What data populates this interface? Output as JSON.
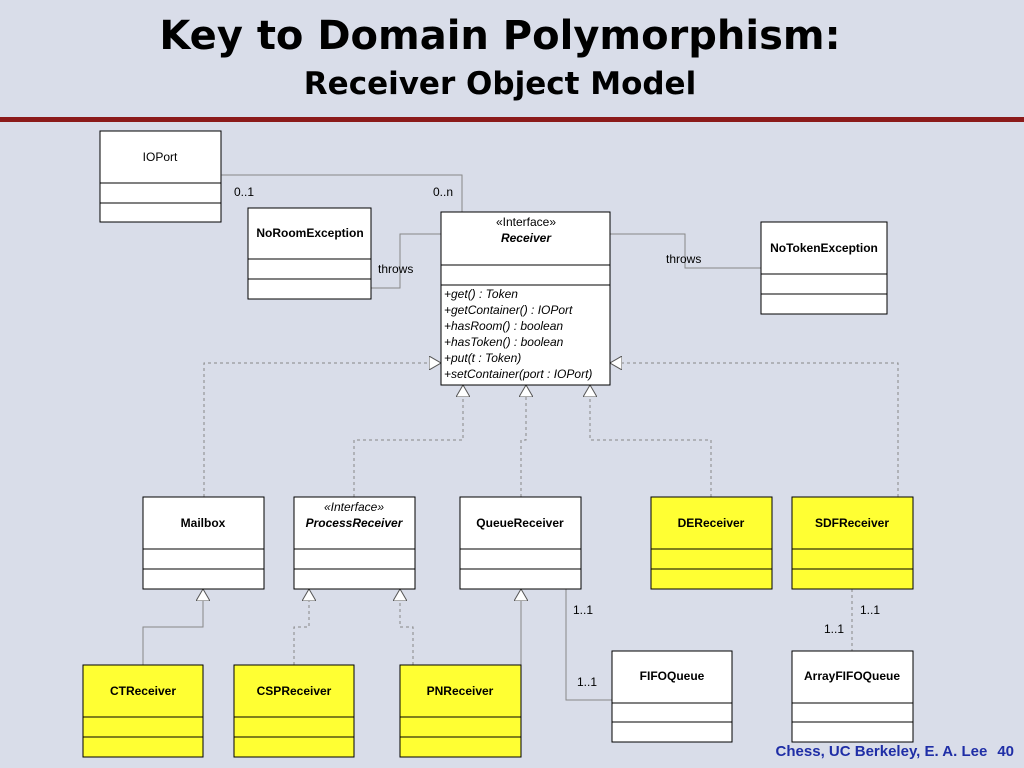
{
  "title": "Key to Domain Polymorphism:",
  "subtitle": "Receiver Object Model",
  "footer": {
    "credit": "Chess, UC Berkeley, E. A. Lee",
    "page": "40"
  },
  "colors": {
    "highlight": "#ffff33",
    "plain": "#ffffff",
    "rule": "#8b1a1a",
    "footer": "#1f2ea6"
  },
  "classes": {
    "ioport": {
      "name": "IOPort"
    },
    "noroom": {
      "name": "NoRoomException"
    },
    "notoken": {
      "name": "NoTokenException"
    },
    "receiver": {
      "stereotype": "«Interface»",
      "name": "Receiver",
      "methods": [
        "+get() : Token",
        "+getContainer() : IOPort",
        "+hasRoom() : boolean",
        "+hasToken() : boolean",
        "+put(t : Token)",
        "+setContainer(port : IOPort)"
      ]
    },
    "mailbox": {
      "name": "Mailbox"
    },
    "processreceiver": {
      "stereotype": "«Interface»",
      "name": "ProcessReceiver"
    },
    "queuereceiver": {
      "name": "QueueReceiver"
    },
    "dereceiver": {
      "name": "DEReceiver"
    },
    "sdfreceiver": {
      "name": "SDFReceiver"
    },
    "ctreceiver": {
      "name": "CTReceiver"
    },
    "cspreceiver": {
      "name": "CSPReceiver"
    },
    "pnreceiver": {
      "name": "PNReceiver"
    },
    "fifoqueue": {
      "name": "FIFOQueue"
    },
    "arrayfifoqueue": {
      "name": "ArrayFIFOQueue"
    }
  },
  "labels": {
    "ioport_mult": "0..1",
    "receiver_mult": "0..n",
    "throws_left": "throws",
    "throws_right": "throws",
    "queue_mult_top": "1..1",
    "queue_mult_bottom": "1..1",
    "sdf_mult_top": "1..1",
    "sdf_mult_bottom": "1..1"
  }
}
